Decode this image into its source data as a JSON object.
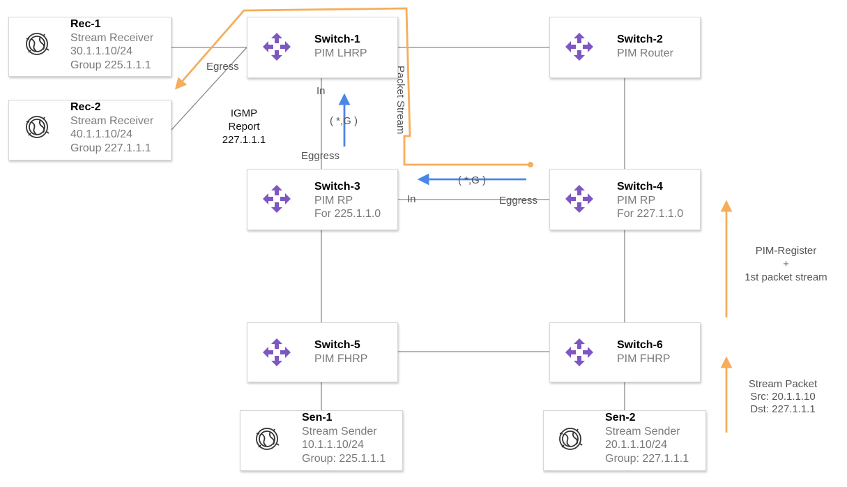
{
  "switches": [
    {
      "id": "switch-1",
      "name": "Switch-1",
      "role": "PIM LHRP",
      "extra": ""
    },
    {
      "id": "switch-2",
      "name": "Switch-2",
      "role": "PIM Router",
      "extra": ""
    },
    {
      "id": "switch-3",
      "name": "Switch-3",
      "role": "PIM RP",
      "extra": "For 225.1.1.0"
    },
    {
      "id": "switch-4",
      "name": "Switch-4",
      "role": "PIM RP",
      "extra": "For 227.1.1.0"
    },
    {
      "id": "switch-5",
      "name": "Switch-5",
      "role": "PIM FHRP",
      "extra": ""
    },
    {
      "id": "switch-6",
      "name": "Switch-6",
      "role": "PIM FHRP",
      "extra": ""
    }
  ],
  "receivers": [
    {
      "id": "rec-1",
      "name": "Rec-1",
      "role": "Stream Receiver",
      "ip": "30.1.1.10/24",
      "group": "Group 225.1.1.1"
    },
    {
      "id": "rec-2",
      "name": "Rec-2",
      "role": "Stream Receiver",
      "ip": "40.1.1.10/24",
      "group": "Group 227.1.1.1"
    }
  ],
  "senders": [
    {
      "id": "sen-1",
      "name": "Sen-1",
      "role": "Stream Sender",
      "ip": "10.1.1.10/24",
      "group": "Group: 225.1.1.1"
    },
    {
      "id": "sen-2",
      "name": "Sen-2",
      "role": "Stream Sender",
      "ip": "20.1.1.10/24",
      "group": "Group: 227.1.1.1"
    }
  ],
  "labels": {
    "egress_sw1": "Egress",
    "in_sw1": "In",
    "igmp_report": [
      "IGMP",
      "Report",
      "227.1.1.1"
    ],
    "star_g_vertical": "( *,G )",
    "eggress_sw3": "Eggress",
    "packet_stream": "Packet Stream",
    "star_g_horizontal": "( *,G )",
    "in_sw3": "In",
    "eggress_sw4": "Eggress",
    "pim_register": [
      "PIM-Register",
      "+",
      "1st packet stream"
    ],
    "stream_packet": [
      "Stream Packet",
      "Src: 20.1.1.10",
      "Dst: 227.1.1.1"
    ]
  },
  "colors": {
    "switch_icon": "#7e57c2",
    "link_line": "#8a8a8a",
    "packet_stream": "#f6ad5b",
    "join_arrow": "#4a86e8",
    "host_icon": "#333333"
  },
  "icons": {
    "switch": "switch-arrows-icon",
    "host": "globe-host-icon"
  }
}
